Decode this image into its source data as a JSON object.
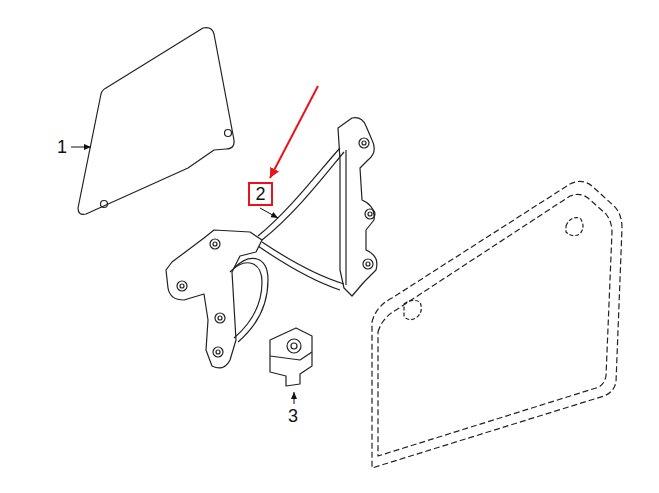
{
  "diagram": {
    "nodes": [
      {
        "text": [
          "2"
        ]
      }
    ],
    "labels": [
      "1",
      "3"
    ]
  }
}
